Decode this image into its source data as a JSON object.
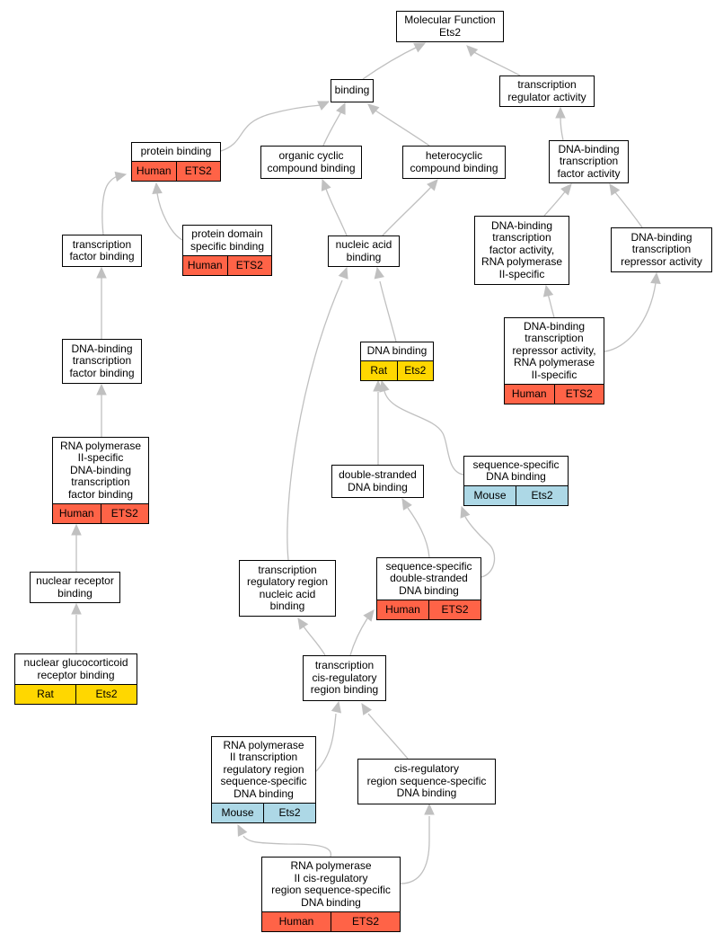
{
  "nodes": [
    {
      "id": "mf",
      "label": "Molecular Function\nEts2"
    },
    {
      "id": "binding",
      "label": "binding"
    },
    {
      "id": "tra",
      "label": "transcription\nregulator activity"
    },
    {
      "id": "pb",
      "label": "protein binding",
      "tags": [
        {
          "text": "Human",
          "color": "#ff6347"
        },
        {
          "text": "ETS2",
          "color": "#ff6347"
        }
      ]
    },
    {
      "id": "ocb",
      "label": "organic cyclic\ncompound binding"
    },
    {
      "id": "hcb",
      "label": "heterocyclic\ncompound binding"
    },
    {
      "id": "dbtfa",
      "label": "DNA-binding\ntranscription\nfactor activity"
    },
    {
      "id": "tfb",
      "label": "transcription\nfactor binding"
    },
    {
      "id": "pdsb",
      "label": "protein domain\nspecific binding",
      "tags": [
        {
          "text": "Human",
          "color": "#ff6347"
        },
        {
          "text": "ETS2",
          "color": "#ff6347"
        }
      ]
    },
    {
      "id": "nab",
      "label": "nucleic acid\nbinding"
    },
    {
      "id": "dbtfa2",
      "label": "DNA-binding\ntranscription\nfactor activity,\nRNA polymerase\nII-specific"
    },
    {
      "id": "dbtra",
      "label": "DNA-binding\ntranscription\nrepressor activity"
    },
    {
      "id": "dbtfb",
      "label": "DNA-binding\ntranscription\nfactor binding"
    },
    {
      "id": "dnab",
      "label": "DNA binding",
      "tags": [
        {
          "text": "Rat",
          "color": "#ffd700"
        },
        {
          "text": "Ets2",
          "color": "#ffd700"
        }
      ]
    },
    {
      "id": "dbtra2",
      "label": "DNA-binding\ntranscription\nrepressor activity,\nRNA polymerase\nII-specific",
      "tags": [
        {
          "text": "Human",
          "color": "#ff6347"
        },
        {
          "text": "ETS2",
          "color": "#ff6347"
        }
      ]
    },
    {
      "id": "rnap2",
      "label": "RNA polymerase\nII-specific\nDNA-binding\ntranscription\nfactor binding",
      "tags": [
        {
          "text": "Human",
          "color": "#ff6347"
        },
        {
          "text": "ETS2",
          "color": "#ff6347"
        }
      ]
    },
    {
      "id": "dsdb",
      "label": "double-stranded\nDNA binding"
    },
    {
      "id": "ssdb",
      "label": "sequence-specific\nDNA binding",
      "tags": [
        {
          "text": "Mouse",
          "color": "#add8e6"
        },
        {
          "text": "Ets2",
          "color": "#add8e6"
        }
      ]
    },
    {
      "id": "nrb",
      "label": "nuclear receptor\nbinding"
    },
    {
      "id": "trrnab",
      "label": "transcription\nregulatory region\nnucleic acid\nbinding"
    },
    {
      "id": "ssdsdb",
      "label": "sequence-specific\ndouble-stranded\nDNA binding",
      "tags": [
        {
          "text": "Human",
          "color": "#ff6347"
        },
        {
          "text": "ETS2",
          "color": "#ff6347"
        }
      ]
    },
    {
      "id": "ngrb",
      "label": "nuclear glucocorticoid\nreceptor binding",
      "tags": [
        {
          "text": "Rat",
          "color": "#ffd700"
        },
        {
          "text": "Ets2",
          "color": "#ffd700"
        }
      ]
    },
    {
      "id": "tcrrb",
      "label": "transcription\ncis-regulatory\nregion binding"
    },
    {
      "id": "rnap2trr",
      "label": "RNA polymerase\nII transcription\nregulatory region\nsequence-specific\nDNA binding",
      "tags": [
        {
          "text": "Mouse",
          "color": "#add8e6"
        },
        {
          "text": "Ets2",
          "color": "#add8e6"
        }
      ]
    },
    {
      "id": "crrssdb",
      "label": "cis-regulatory\nregion sequence-specific\nDNA binding"
    },
    {
      "id": "rnap2crr",
      "label": "RNA polymerase\nII cis-regulatory\nregion sequence-specific\nDNA binding",
      "tags": [
        {
          "text": "Human",
          "color": "#ff6347"
        },
        {
          "text": "ETS2",
          "color": "#ff6347"
        }
      ]
    }
  ],
  "edges": [
    {
      "from": "binding",
      "to": "mf"
    },
    {
      "from": "tra",
      "to": "mf"
    },
    {
      "from": "pb",
      "to": "binding"
    },
    {
      "from": "ocb",
      "to": "binding"
    },
    {
      "from": "hcb",
      "to": "binding"
    },
    {
      "from": "dbtfa",
      "to": "tra"
    },
    {
      "from": "tfb",
      "to": "pb"
    },
    {
      "from": "pdsb",
      "to": "pb"
    },
    {
      "from": "nab",
      "to": "ocb"
    },
    {
      "from": "nab",
      "to": "hcb"
    },
    {
      "from": "dbtfa2",
      "to": "dbtfa"
    },
    {
      "from": "dbtra",
      "to": "dbtfa"
    },
    {
      "from": "dbtfb",
      "to": "tfb"
    },
    {
      "from": "dnab",
      "to": "nab"
    },
    {
      "from": "trrnab",
      "to": "nab"
    },
    {
      "from": "dbtra2",
      "to": "dbtfa2"
    },
    {
      "from": "dbtra2",
      "to": "dbtra"
    },
    {
      "from": "rnap2",
      "to": "dbtfb"
    },
    {
      "from": "dsdb",
      "to": "dnab"
    },
    {
      "from": "ssdb",
      "to": "dnab"
    },
    {
      "from": "nrb",
      "to": "rnap2"
    },
    {
      "from": "ssdsdb",
      "to": "dsdb"
    },
    {
      "from": "ssdsdb",
      "to": "ssdb"
    },
    {
      "from": "ngrb",
      "to": "nrb"
    },
    {
      "from": "tcrrb",
      "to": "trrnab"
    },
    {
      "from": "tcrrb",
      "to": "ssdsdb"
    },
    {
      "from": "rnap2trr",
      "to": "tcrrb"
    },
    {
      "from": "crrssdb",
      "to": "tcrrb"
    },
    {
      "from": "rnap2crr",
      "to": "rnap2trr"
    },
    {
      "from": "rnap2crr",
      "to": "crrssdb"
    }
  ]
}
